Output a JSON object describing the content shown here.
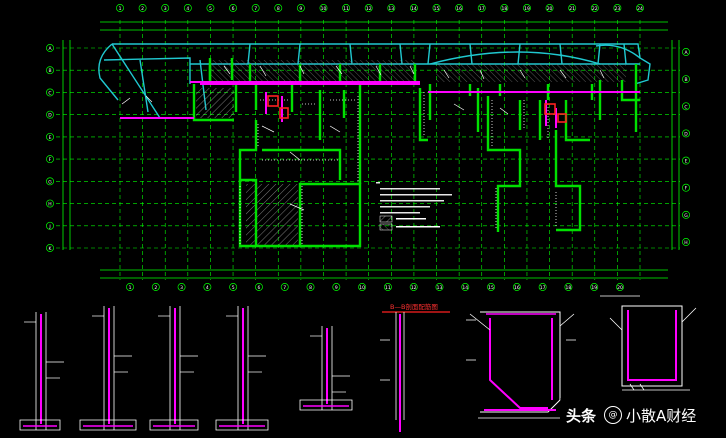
{
  "plan": {
    "grid_top_labels": [
      "1",
      "2",
      "3",
      "4",
      "5",
      "6",
      "7",
      "8",
      "9",
      "10",
      "11",
      "12",
      "13",
      "14",
      "15",
      "16",
      "17",
      "18",
      "19",
      "20",
      "21",
      "22",
      "23",
      "24"
    ],
    "grid_bottom_labels": [
      "1",
      "2",
      "3",
      "4",
      "5",
      "6",
      "7",
      "8",
      "9",
      "10",
      "11",
      "12",
      "13",
      "14",
      "15",
      "16",
      "17",
      "18",
      "19",
      "20"
    ],
    "grid_left_labels": [
      "A",
      "B",
      "C",
      "D",
      "E",
      "F",
      "G",
      "H",
      "J",
      "K"
    ],
    "grid_right_labels": [
      "A",
      "B",
      "C",
      "D",
      "E",
      "F",
      "G",
      "H"
    ]
  },
  "section_title": "B—B剖面配筋图",
  "watermark": {
    "brand": "头条",
    "at": "@",
    "account": "小散A财经"
  },
  "colors": {
    "background": "#000000",
    "grid": "#00ff00",
    "wall": "#00e000",
    "roof": "#20c8d0",
    "rebar": "#ff00ff",
    "text": "#ffffff",
    "dim": "#e0e0e0",
    "accent_red": "#ff2020",
    "hatch": "#b0b0b0"
  }
}
